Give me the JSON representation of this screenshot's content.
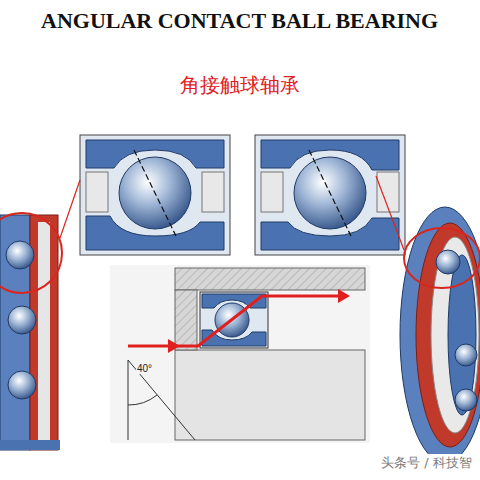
{
  "diagram": {
    "title": "ANGULAR CONTACT BALL BEARING",
    "labels": [
      "角接触球轴承",
      "40°",
      "头条号 / 科技智"
    ]
  }
}
